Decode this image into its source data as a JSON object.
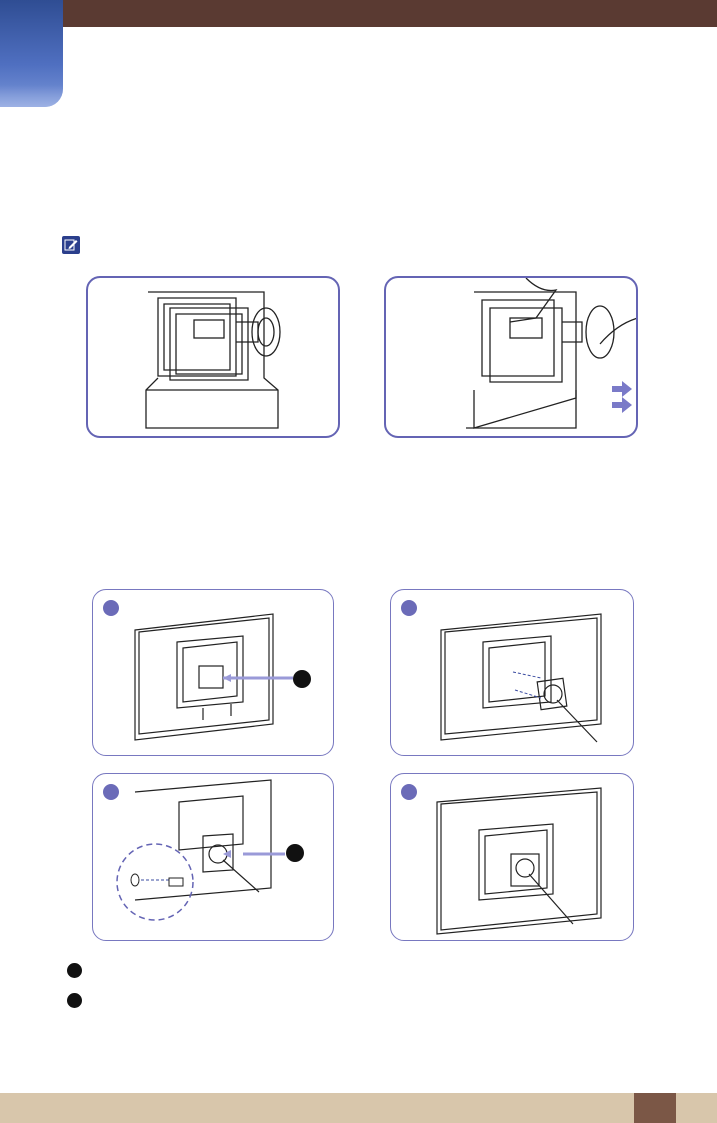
{
  "header": {
    "bar_color": "#5a3a32",
    "tab_color": "#3d5aa8"
  },
  "note": {
    "icon": "note-pencil-icon"
  },
  "figures": {
    "top_left": {
      "icon": "monitor-stand-on-box-illustration"
    },
    "top_right": {
      "icon": "remove-stand-illustration"
    },
    "step_a": {
      "icon": "monitor-back-plate-illustration"
    },
    "step_b": {
      "icon": "attach-stand-plate-illustration"
    },
    "step_c": {
      "icon": "screw-cap-removal-illustration"
    },
    "step_d": {
      "icon": "stand-attached-illustration"
    }
  },
  "footer": {
    "bar_color": "#d8c6ab",
    "page_tab_color": "#7b5746",
    "page_number": ""
  }
}
